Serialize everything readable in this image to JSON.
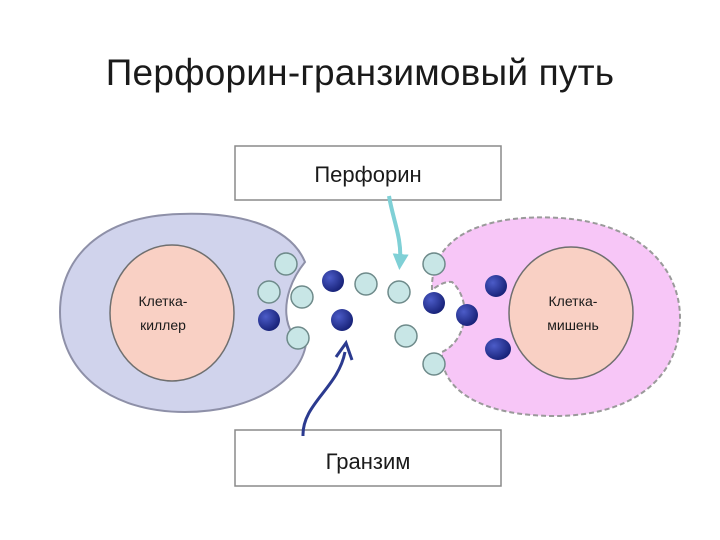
{
  "title": "Перфорин-гранзимовый путь",
  "labels": {
    "perforin": "Перфорин",
    "granzyme": "Гранзим",
    "killer_line1": "Клетка-",
    "killer_line2": "киллер",
    "target_line1": "Клетка-",
    "target_line2": "мишень"
  },
  "colors": {
    "killer_outer": "#d0d3ec",
    "killer_outer_stroke": "#8e90a8",
    "nucleus_fill": "#f9d0c4",
    "nucleus_stroke": "#6f6f6f",
    "target_outer": "#f7c6f7",
    "target_outer_stroke": "#9a9a9a",
    "perforin_fill": "#c8e6e6",
    "perforin_stroke": "#6e8a8a",
    "granzyme_fill": "#1c2a8f",
    "arrow_perforin": "#7fd0d6",
    "arrow_granzyme": "#2b3a8f",
    "box_stroke": "#8a8a8a"
  }
}
